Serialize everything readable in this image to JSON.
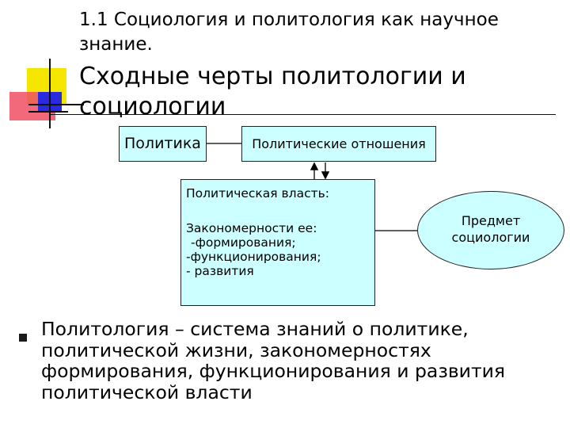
{
  "slide": {
    "subtitle": "1.1 Социология и политология как научное знание.",
    "title": "Сходные черты политологии и социологии"
  },
  "diagram": {
    "politics": "Политика",
    "political_relations": "Политические отношения",
    "political_power": {
      "heading": "Политическая власть:",
      "line1": "Закономерности ее:",
      "line2": " -формирования;",
      "line3": "-функционирования;",
      "line4": "- развития"
    },
    "subject": {
      "line1": "Предмет",
      "line2": "социологии"
    }
  },
  "definition": "Политология – система знаний о политике, политической жизни, закономерностях формирования, функционирования и развития политической власти",
  "colors": {
    "box_fill": "#ccffff",
    "deco_yellow": "#f5e600",
    "deco_red": "#ee4f63",
    "deco_blue": "#2a2ae0"
  }
}
